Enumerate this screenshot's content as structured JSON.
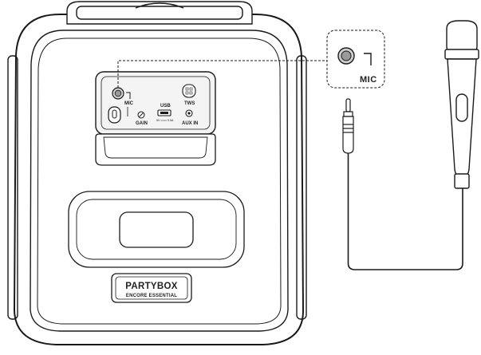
{
  "diagram": {
    "brand": {
      "name": "PARTYBOX",
      "model": "ENCORE ESSENTIAL"
    },
    "panel": {
      "mic_label": "MIC",
      "gain_label": "GAIN",
      "usb_label": "USB",
      "usb_rating": "5V ═══ 0.5A",
      "tws_label": "TWS",
      "aux_label": "AUX IN"
    },
    "callout": {
      "mic_label": "MIC"
    },
    "colors": {
      "line": "#1a1a1a",
      "panel_fill": "#f4f4f4",
      "jack_fill": "#9a9a9a"
    }
  }
}
